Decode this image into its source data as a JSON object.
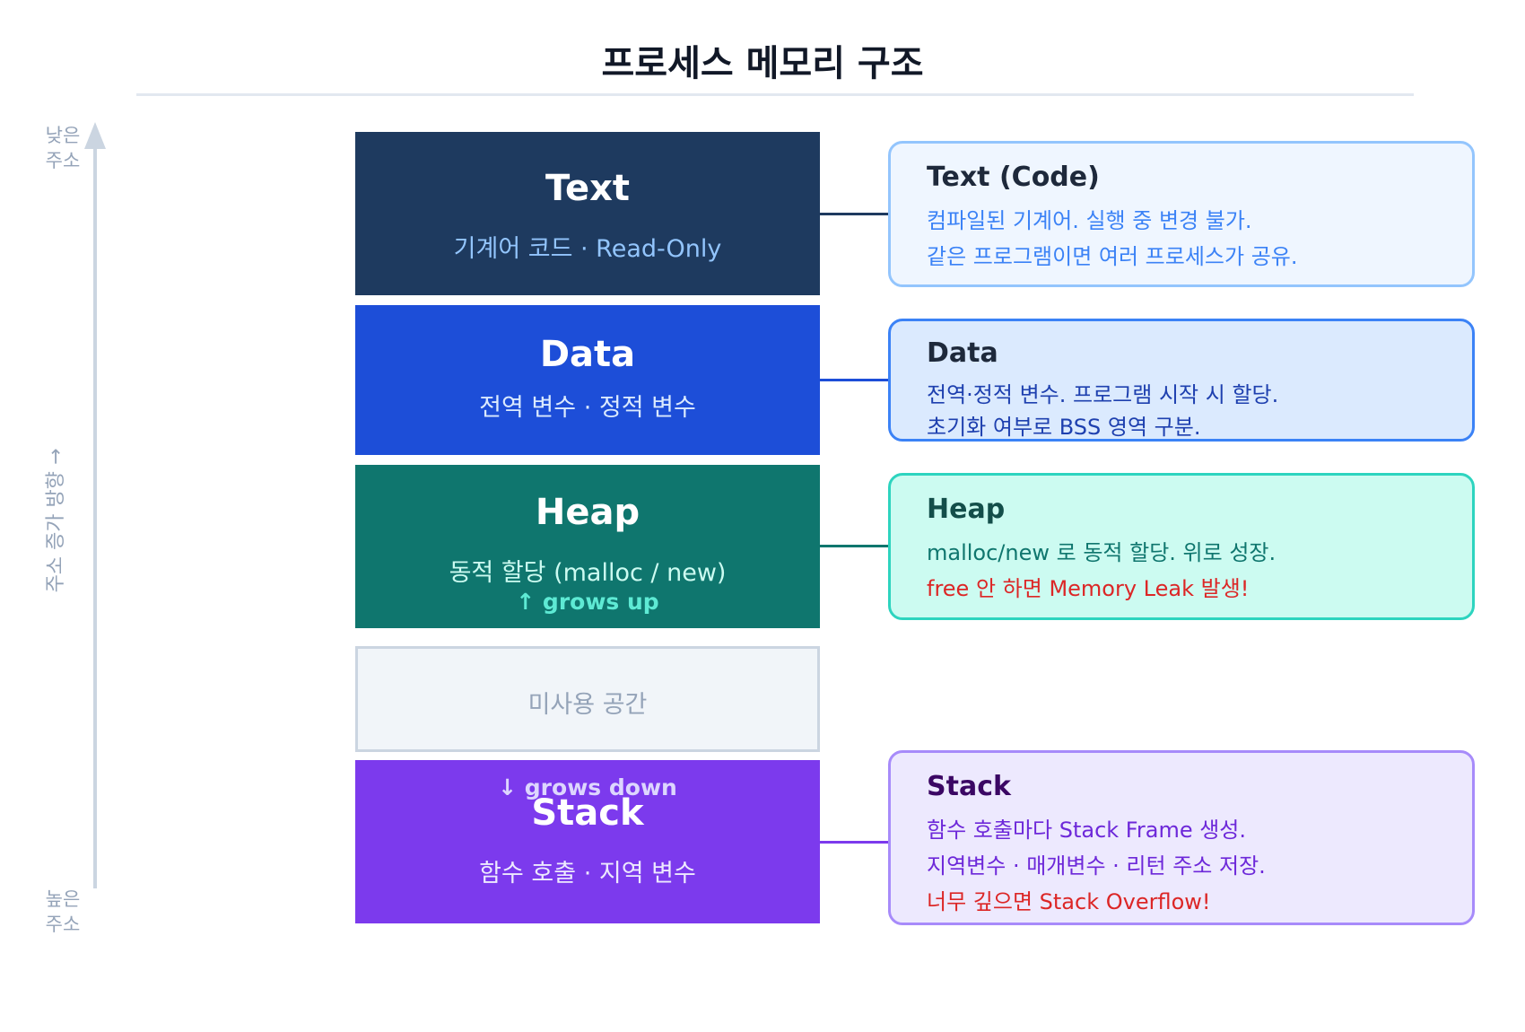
{
  "title": "프로세스 메모리 구조",
  "axis": {
    "low_label": "낮은 주소",
    "high_label": "높은 주소",
    "direction_label": "주소 증가 방향 →"
  },
  "segments": {
    "text": {
      "name": "Text",
      "sub": "기계어 코드 · Read-Only",
      "color": "#1e3a5f"
    },
    "data": {
      "name": "Data",
      "sub": "전역 변수 · 정적 변수",
      "color": "#1d4ed8"
    },
    "heap": {
      "name": "Heap",
      "sub": "동적 할당 (malloc / new)",
      "grow": "↑ grows up",
      "color": "#0f766e"
    },
    "free": {
      "label": "미사용 공간",
      "color": "#f1f5f9"
    },
    "stack": {
      "name": "Stack",
      "sub": "함수 호출 · 지역 변수",
      "grow": "↓ grows down",
      "color": "#7c3aed"
    }
  },
  "callouts": {
    "text": {
      "title": "Text (Code)",
      "lines": [
        "컴파일된 기계어. 실행 중 변경 불가.",
        "같은 프로그램이면 여러 프로세스가 공유."
      ]
    },
    "data": {
      "title": "Data",
      "lines": [
        "전역·정적 변수. 프로그램 시작 시 할당.",
        "초기화 여부로 BSS 영역 구분."
      ]
    },
    "heap": {
      "title": "Heap",
      "lines": [
        "malloc/new 로 동적 할당. 위로 성장.",
        "free 안 하면 Memory Leak 발생!"
      ]
    },
    "stack": {
      "title": "Stack",
      "lines": [
        "함수 호출마다 Stack Frame 생성.",
        "지역변수 · 매개변수 · 리턴 주소 저장.",
        "너무 깊으면 Stack Overflow!"
      ]
    }
  }
}
